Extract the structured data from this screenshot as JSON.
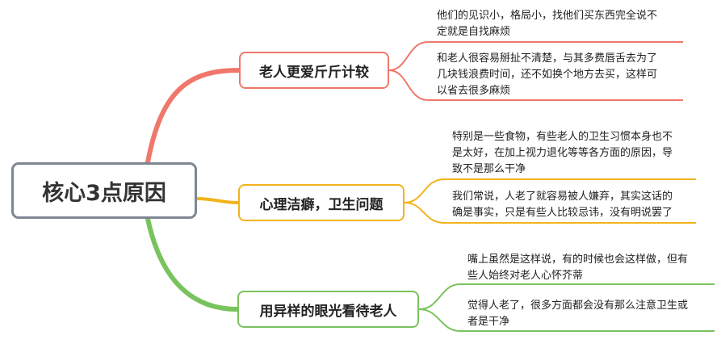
{
  "root": {
    "label": "核心3点原因"
  },
  "branches": [
    {
      "label": "老人更爱斤斤计较",
      "color": "#f0776b",
      "leaves": [
        {
          "lines": [
            "他们的见识小，格局小，找他们买东西完全说不",
            "定就是自找麻烦"
          ]
        },
        {
          "lines": [
            "和老人很容易掰扯不清楚，与其多费唇舌去为了",
            "几块钱浪费时间，还不如换个地方去买，这样可",
            "以省去很多麻烦"
          ]
        }
      ]
    },
    {
      "label": "心理洁癖，卫生问题",
      "color": "#f2b31b",
      "leaves": [
        {
          "lines": [
            "特别是一些食物，有些老人的卫生习惯本身也不",
            "是太好，在加上视力退化等等各方面的原因，导",
            "致不是那么干净"
          ]
        },
        {
          "lines": [
            "我们常说，人老了就容易被人嫌弃，其实这话的",
            "确是事实，只是有些人比较忌讳，没有明说罢了"
          ]
        }
      ]
    },
    {
      "label": "用异样的眼光看待老人",
      "color": "#79c35e",
      "leaves": [
        {
          "lines": [
            "嘴上虽然是这样说，有的时候也会这样做，但有",
            "些人始终对老人心怀芥蒂"
          ]
        },
        {
          "lines": [
            "觉得人老了，很多方面都会没有那么注意卫生或",
            "者是干净"
          ]
        }
      ]
    }
  ]
}
